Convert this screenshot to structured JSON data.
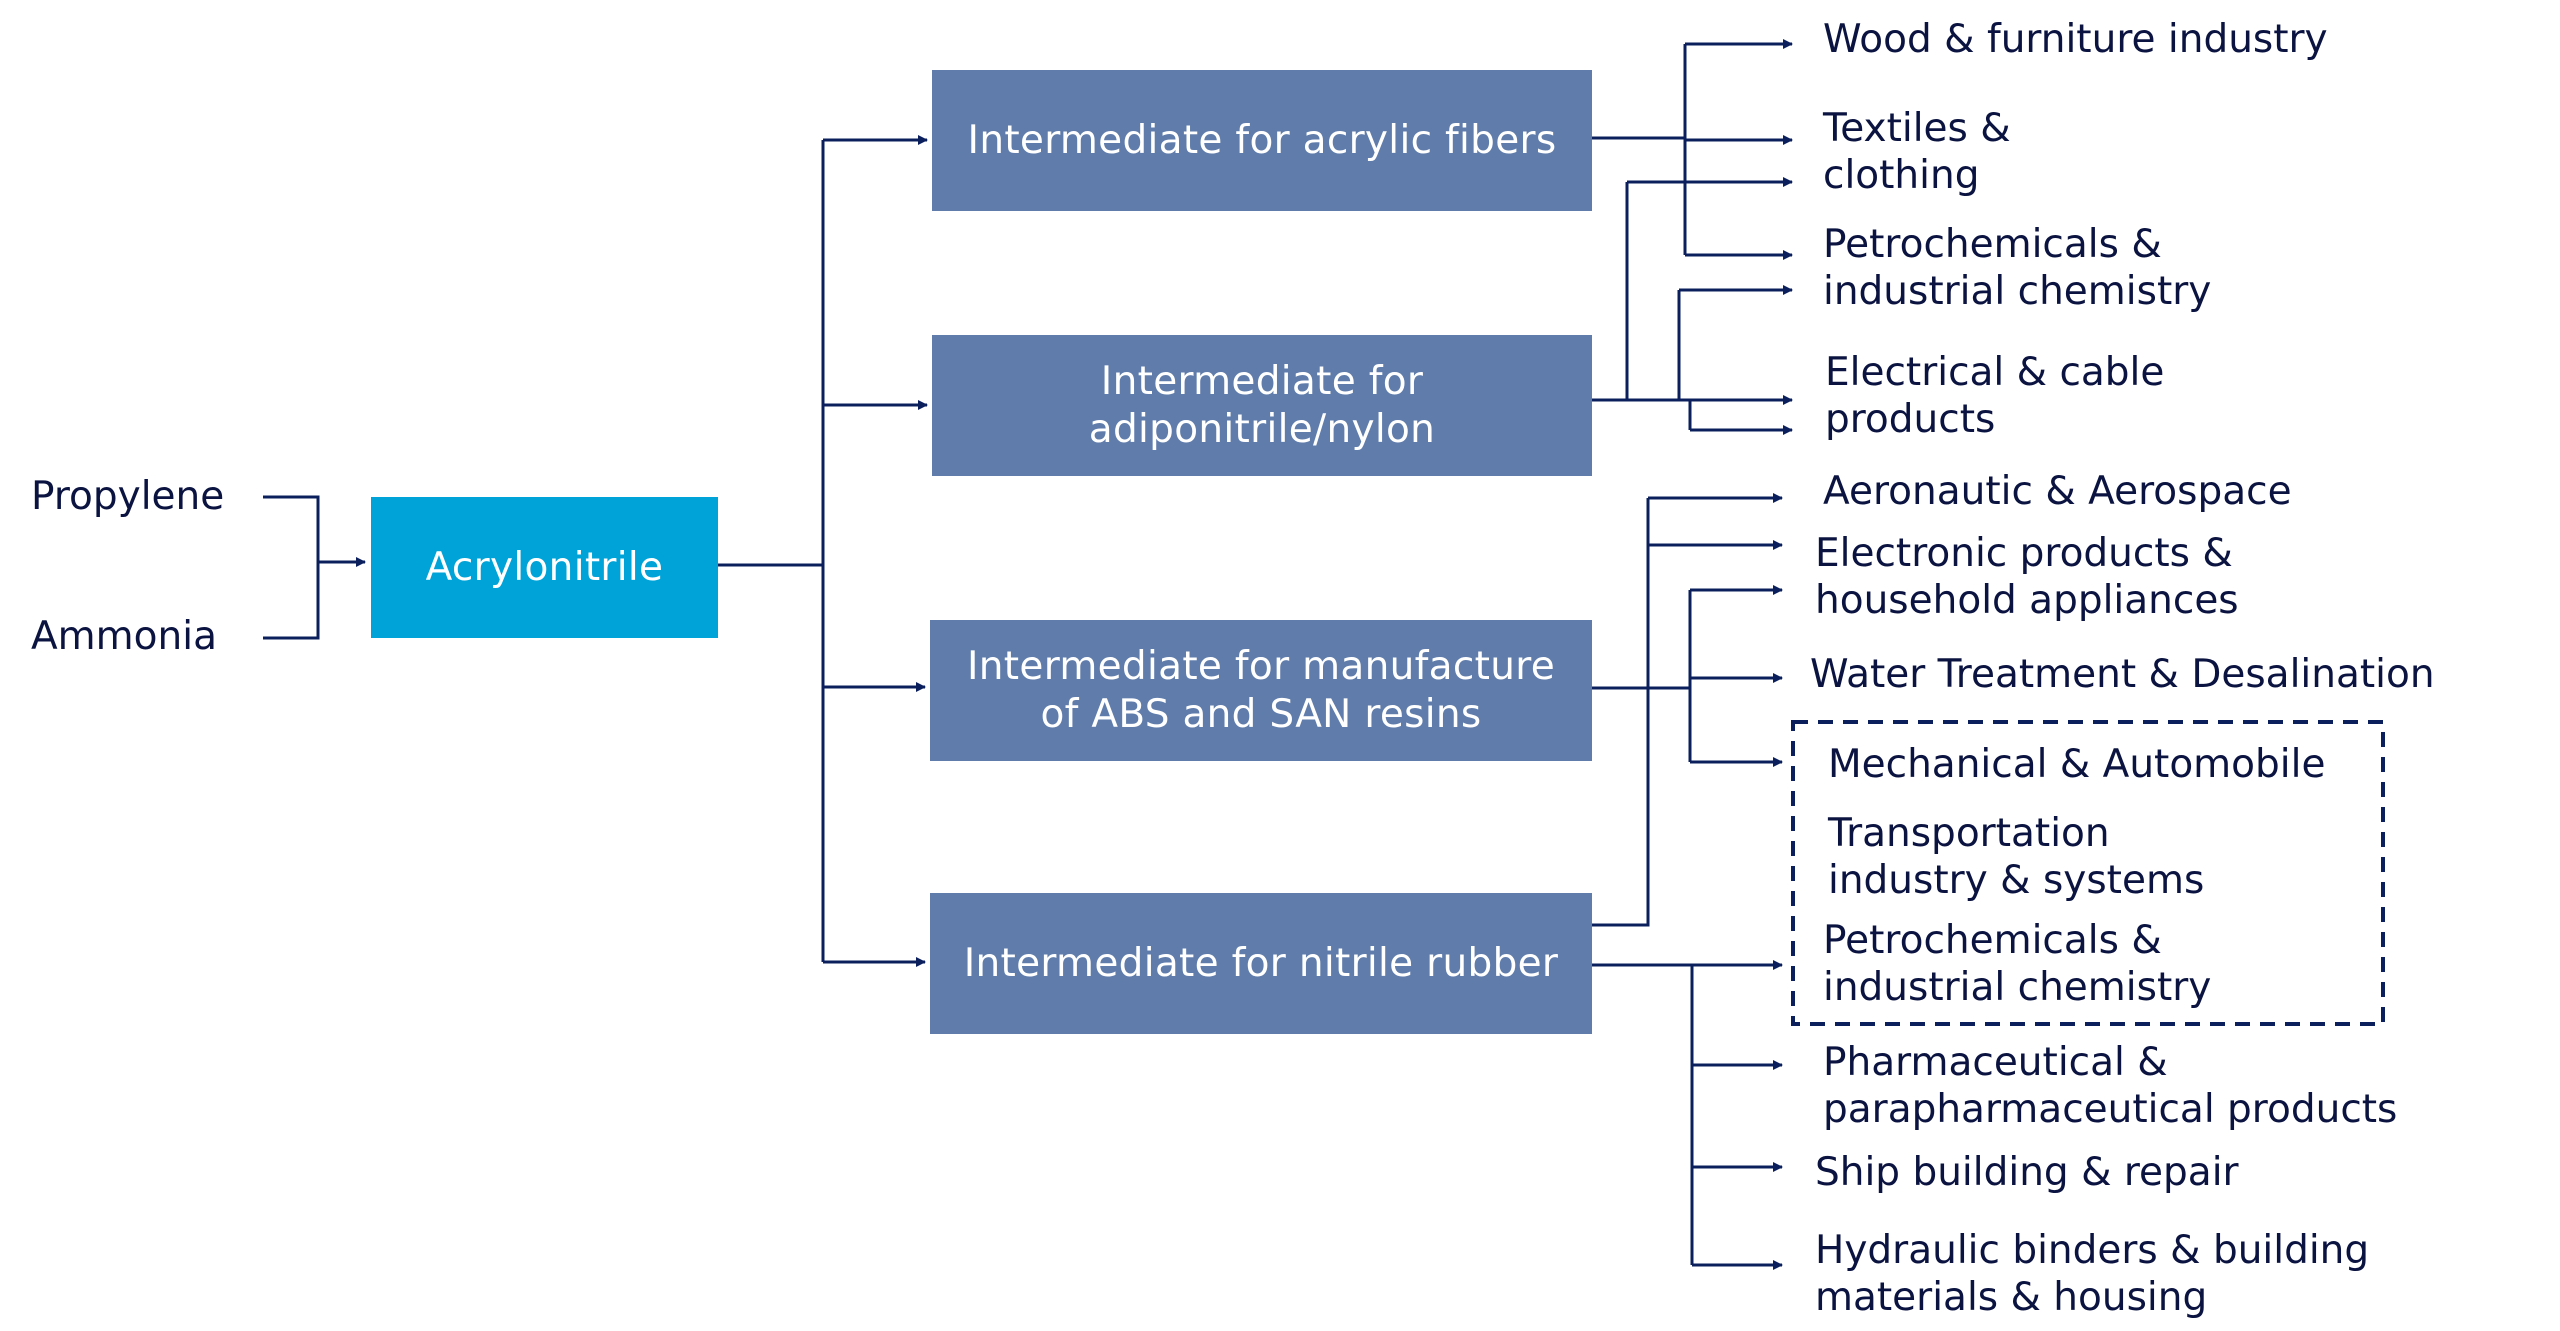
{
  "inputs": [
    "Propylene",
    "Ammonia"
  ],
  "root": "Acrylonitrile",
  "intermediates": [
    "Intermediate for acrylic fibers",
    "Intermediate for\nadiponitrile/nylon",
    "Intermediate for manufacture\nof ABS and SAN resins",
    "Intermediate for nitrile rubber"
  ],
  "applications": [
    "Wood & furniture industry",
    "Textiles &\nclothing",
    "Petrochemicals &\nindustrial chemistry",
    "Electrical & cable\nproducts",
    "Aeronautic & Aerospace",
    "Electronic products &\nhousehold appliances",
    "Water Treatment & Desalination",
    "Mechanical & Automobile",
    "Transportation\nindustry & systems",
    "Petrochemicals &\nindustrial chemistry",
    "Pharmaceutical &\nparapharmaceutical products",
    "Ship building & repair",
    "Hydraulic binders & building\nmaterials & housing"
  ],
  "colors": {
    "root_box": "#00a3d7",
    "intermediate_box": "#5f7cab",
    "connector": "#0b1f5c",
    "label_text": "#0b1440"
  }
}
